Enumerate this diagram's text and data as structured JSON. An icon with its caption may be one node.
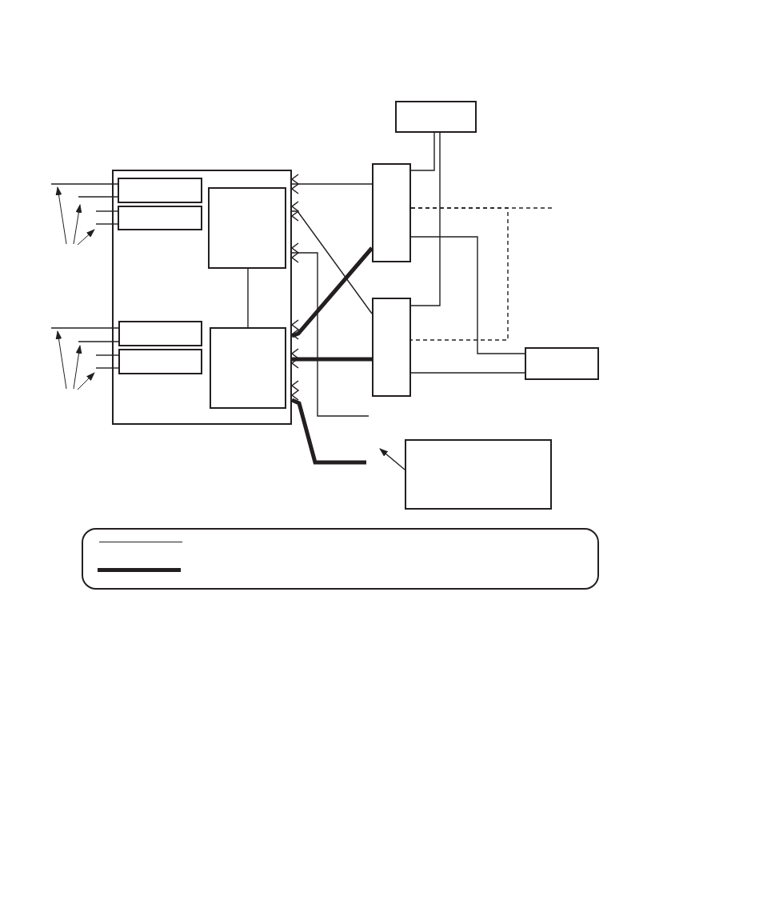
{
  "diagram": {
    "nodes": [
      {
        "text": [],
        "shape": "box"
      },
      {
        "text": [],
        "shape": "box",
        "in": 0
      },
      {
        "text": [],
        "shape": "box",
        "in": 0
      },
      {
        "text": [],
        "shape": "box",
        "in": 0
      },
      {
        "text": [],
        "shape": "box",
        "in": 0
      },
      {
        "text": [],
        "shape": "box",
        "in": 0
      },
      {
        "text": [],
        "shape": "box",
        "in": 0
      },
      {
        "text": [],
        "shape": "box"
      },
      {
        "text": [],
        "shape": "box"
      },
      {
        "text": [],
        "shape": "box"
      },
      {
        "text": [],
        "shape": "box"
      },
      {
        "text": [],
        "shape": "box"
      }
    ],
    "edges": [
      {
        "from": null,
        "to": 1,
        "arrow": "none"
      },
      {
        "from": null,
        "to": 1,
        "arrow": "none"
      },
      {
        "from": null,
        "to": 2,
        "arrow": "none"
      },
      {
        "from": null,
        "to": 2,
        "arrow": "none"
      },
      {
        "from": null,
        "to": 4,
        "arrow": "none"
      },
      {
        "from": null,
        "to": 4,
        "arrow": "none"
      },
      {
        "from": null,
        "to": 5,
        "arrow": "none"
      },
      {
        "from": null,
        "to": 5,
        "arrow": "none"
      },
      {
        "from": 3,
        "to": 6,
        "arrow": "none"
      },
      {
        "from": 0,
        "to": 8,
        "arrow": "none"
      },
      {
        "from": 0,
        "to": 9,
        "arrow": "none"
      },
      {
        "from": 0,
        "to": null,
        "arrow": "none"
      },
      {
        "from": 0,
        "to": 8,
        "arrow": "none",
        "style": "thick"
      },
      {
        "from": 0,
        "to": 9,
        "arrow": "none",
        "style": "thick"
      },
      {
        "from": 0,
        "to": null,
        "arrow": "none",
        "style": "thick"
      },
      {
        "from": 7,
        "to": 8,
        "arrow": "none"
      },
      {
        "from": 7,
        "to": 9,
        "arrow": "none"
      },
      {
        "from": 8,
        "to": null,
        "arrow": "none",
        "style": "dashed"
      },
      {
        "from": 8,
        "to": 9,
        "arrow": "none",
        "style": "dashed"
      },
      {
        "from": 8,
        "to": 10,
        "arrow": "none"
      },
      {
        "from": 9,
        "to": 10,
        "arrow": "none"
      },
      {
        "from": 11,
        "to": null,
        "arrow": "to"
      }
    ]
  }
}
